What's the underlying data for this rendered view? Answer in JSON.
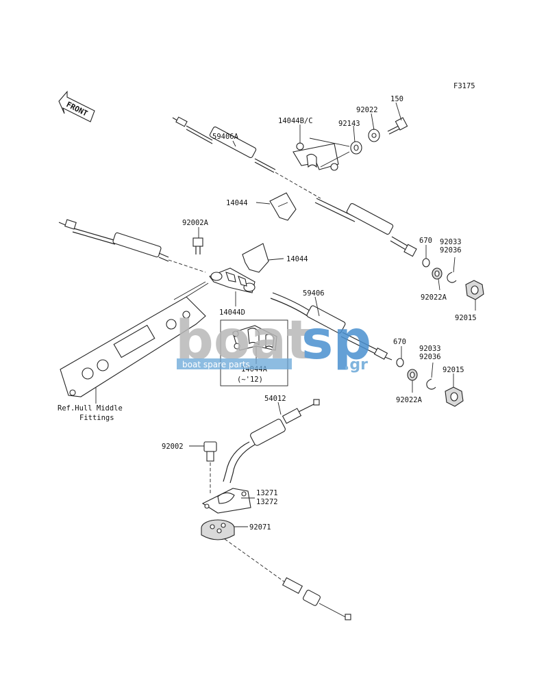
{
  "diagram": {
    "figure_code": "F3175",
    "front_label": "FRONT",
    "callouts": {
      "c150": "150",
      "c92022_top": "92022",
      "c92143": "92143",
      "c14044bc": "14044B/C",
      "c59406a": "59406A",
      "c14044_upper": "14044",
      "c92002a": "92002A",
      "c14044_mid": "14044",
      "c670_upper": "670",
      "c92033_upper": "92033",
      "c92036_upper": "92036",
      "c92022a_upper": "92022A",
      "c92015_upper": "92015",
      "c14044d": "14044D",
      "c59406": "59406",
      "c14044a": "14044A",
      "c14044a_note": "(~'12)",
      "c670_lower": "670",
      "c92033_lower": "92033",
      "c92036_lower": "92036",
      "c92015_lower": "92015",
      "c92022a_lower": "92022A",
      "c54012": "54012",
      "c92002": "92002",
      "c13271": "13271",
      "c13272": "13272",
      "c92071": "92071",
      "ref_line1": "Ref.Hull Middle",
      "ref_line2": "Fittings"
    },
    "watermark": {
      "text_boat": "boat",
      "text_sp": "sp",
      "text_gr": ".gr",
      "tagline": "boat spare parts",
      "color_boat": "#b8b8b8",
      "color_sp": "#4a90d0"
    }
  }
}
